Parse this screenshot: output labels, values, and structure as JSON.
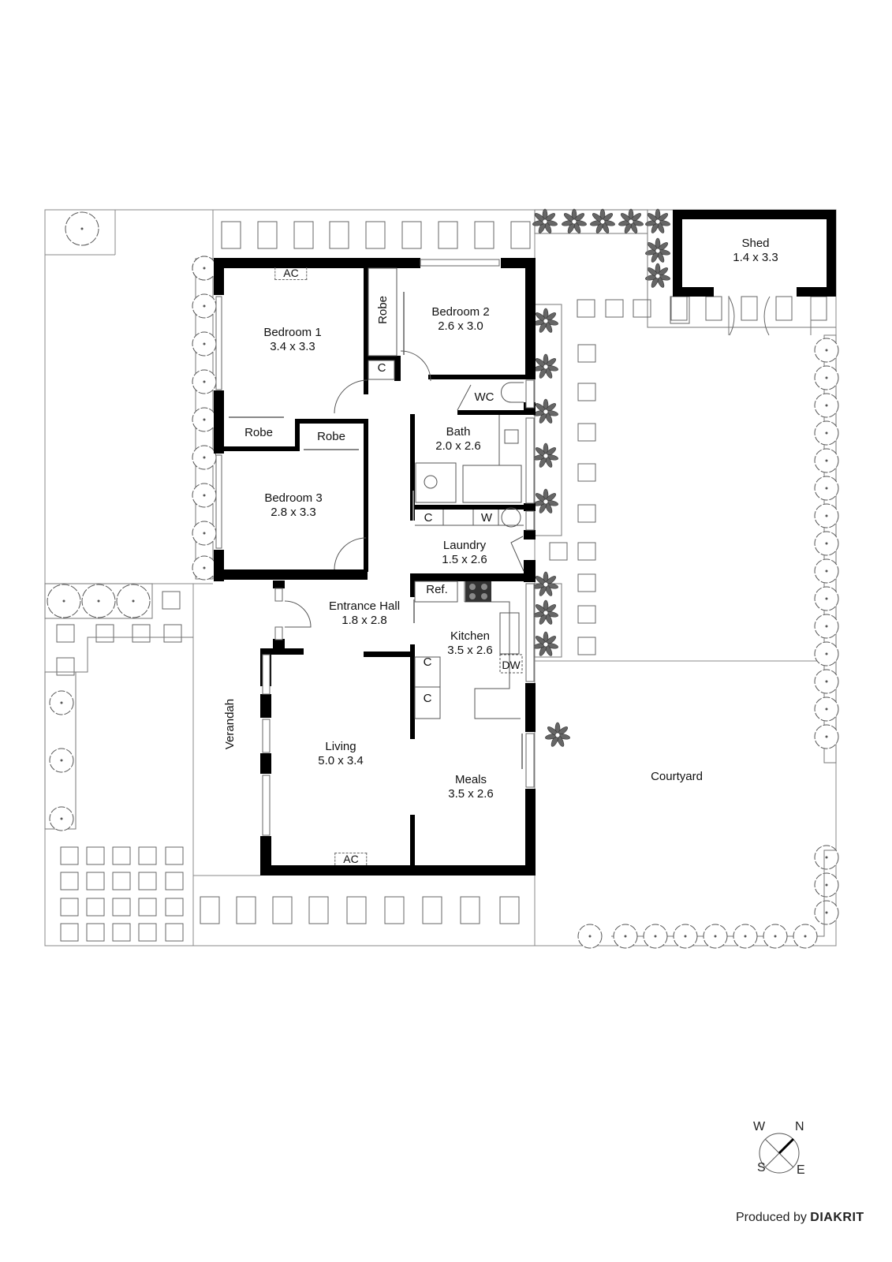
{
  "plan": {
    "rooms": [
      {
        "id": "bedroom1",
        "name": "Bedroom 1",
        "dims": "3.4 x 3.3"
      },
      {
        "id": "bedroom2",
        "name": "Bedroom 2",
        "dims": "2.6 x 3.0"
      },
      {
        "id": "bedroom3",
        "name": "Bedroom 3",
        "dims": "2.8 x 3.3"
      },
      {
        "id": "bath",
        "name": "Bath",
        "dims": "2.0 x 2.6"
      },
      {
        "id": "laundry",
        "name": "Laundry",
        "dims": "1.5 x 2.6"
      },
      {
        "id": "entrance",
        "name": "Entrance Hall",
        "dims": "1.8 x 2.8"
      },
      {
        "id": "kitchen",
        "name": "Kitchen",
        "dims": "3.5 x 2.6"
      },
      {
        "id": "living",
        "name": "Living",
        "dims": "5.0 x 3.4"
      },
      {
        "id": "meals",
        "name": "Meals",
        "dims": "3.5 x 2.6"
      },
      {
        "id": "shed",
        "name": "Shed",
        "dims": "1.4 x 3.3"
      }
    ],
    "labels": {
      "robe_b2": "Robe",
      "robe_b1": "Robe",
      "robe_b3": "Robe",
      "cupboard_hall": "C",
      "wc": "WC",
      "laundry_c": "C",
      "laundry_w": "W",
      "ref": "Ref.",
      "kitchen_c1": "C",
      "kitchen_c2": "C",
      "dw": "DW",
      "ac_bedroom1": "AC",
      "ac_living": "AC",
      "verandah": "Verandah",
      "courtyard": "Courtyard"
    }
  },
  "compass": {
    "n": "N",
    "s": "S",
    "e": "E",
    "w": "W"
  },
  "credit": {
    "prefix": "Produced by",
    "brand": "DIAKRIT"
  }
}
